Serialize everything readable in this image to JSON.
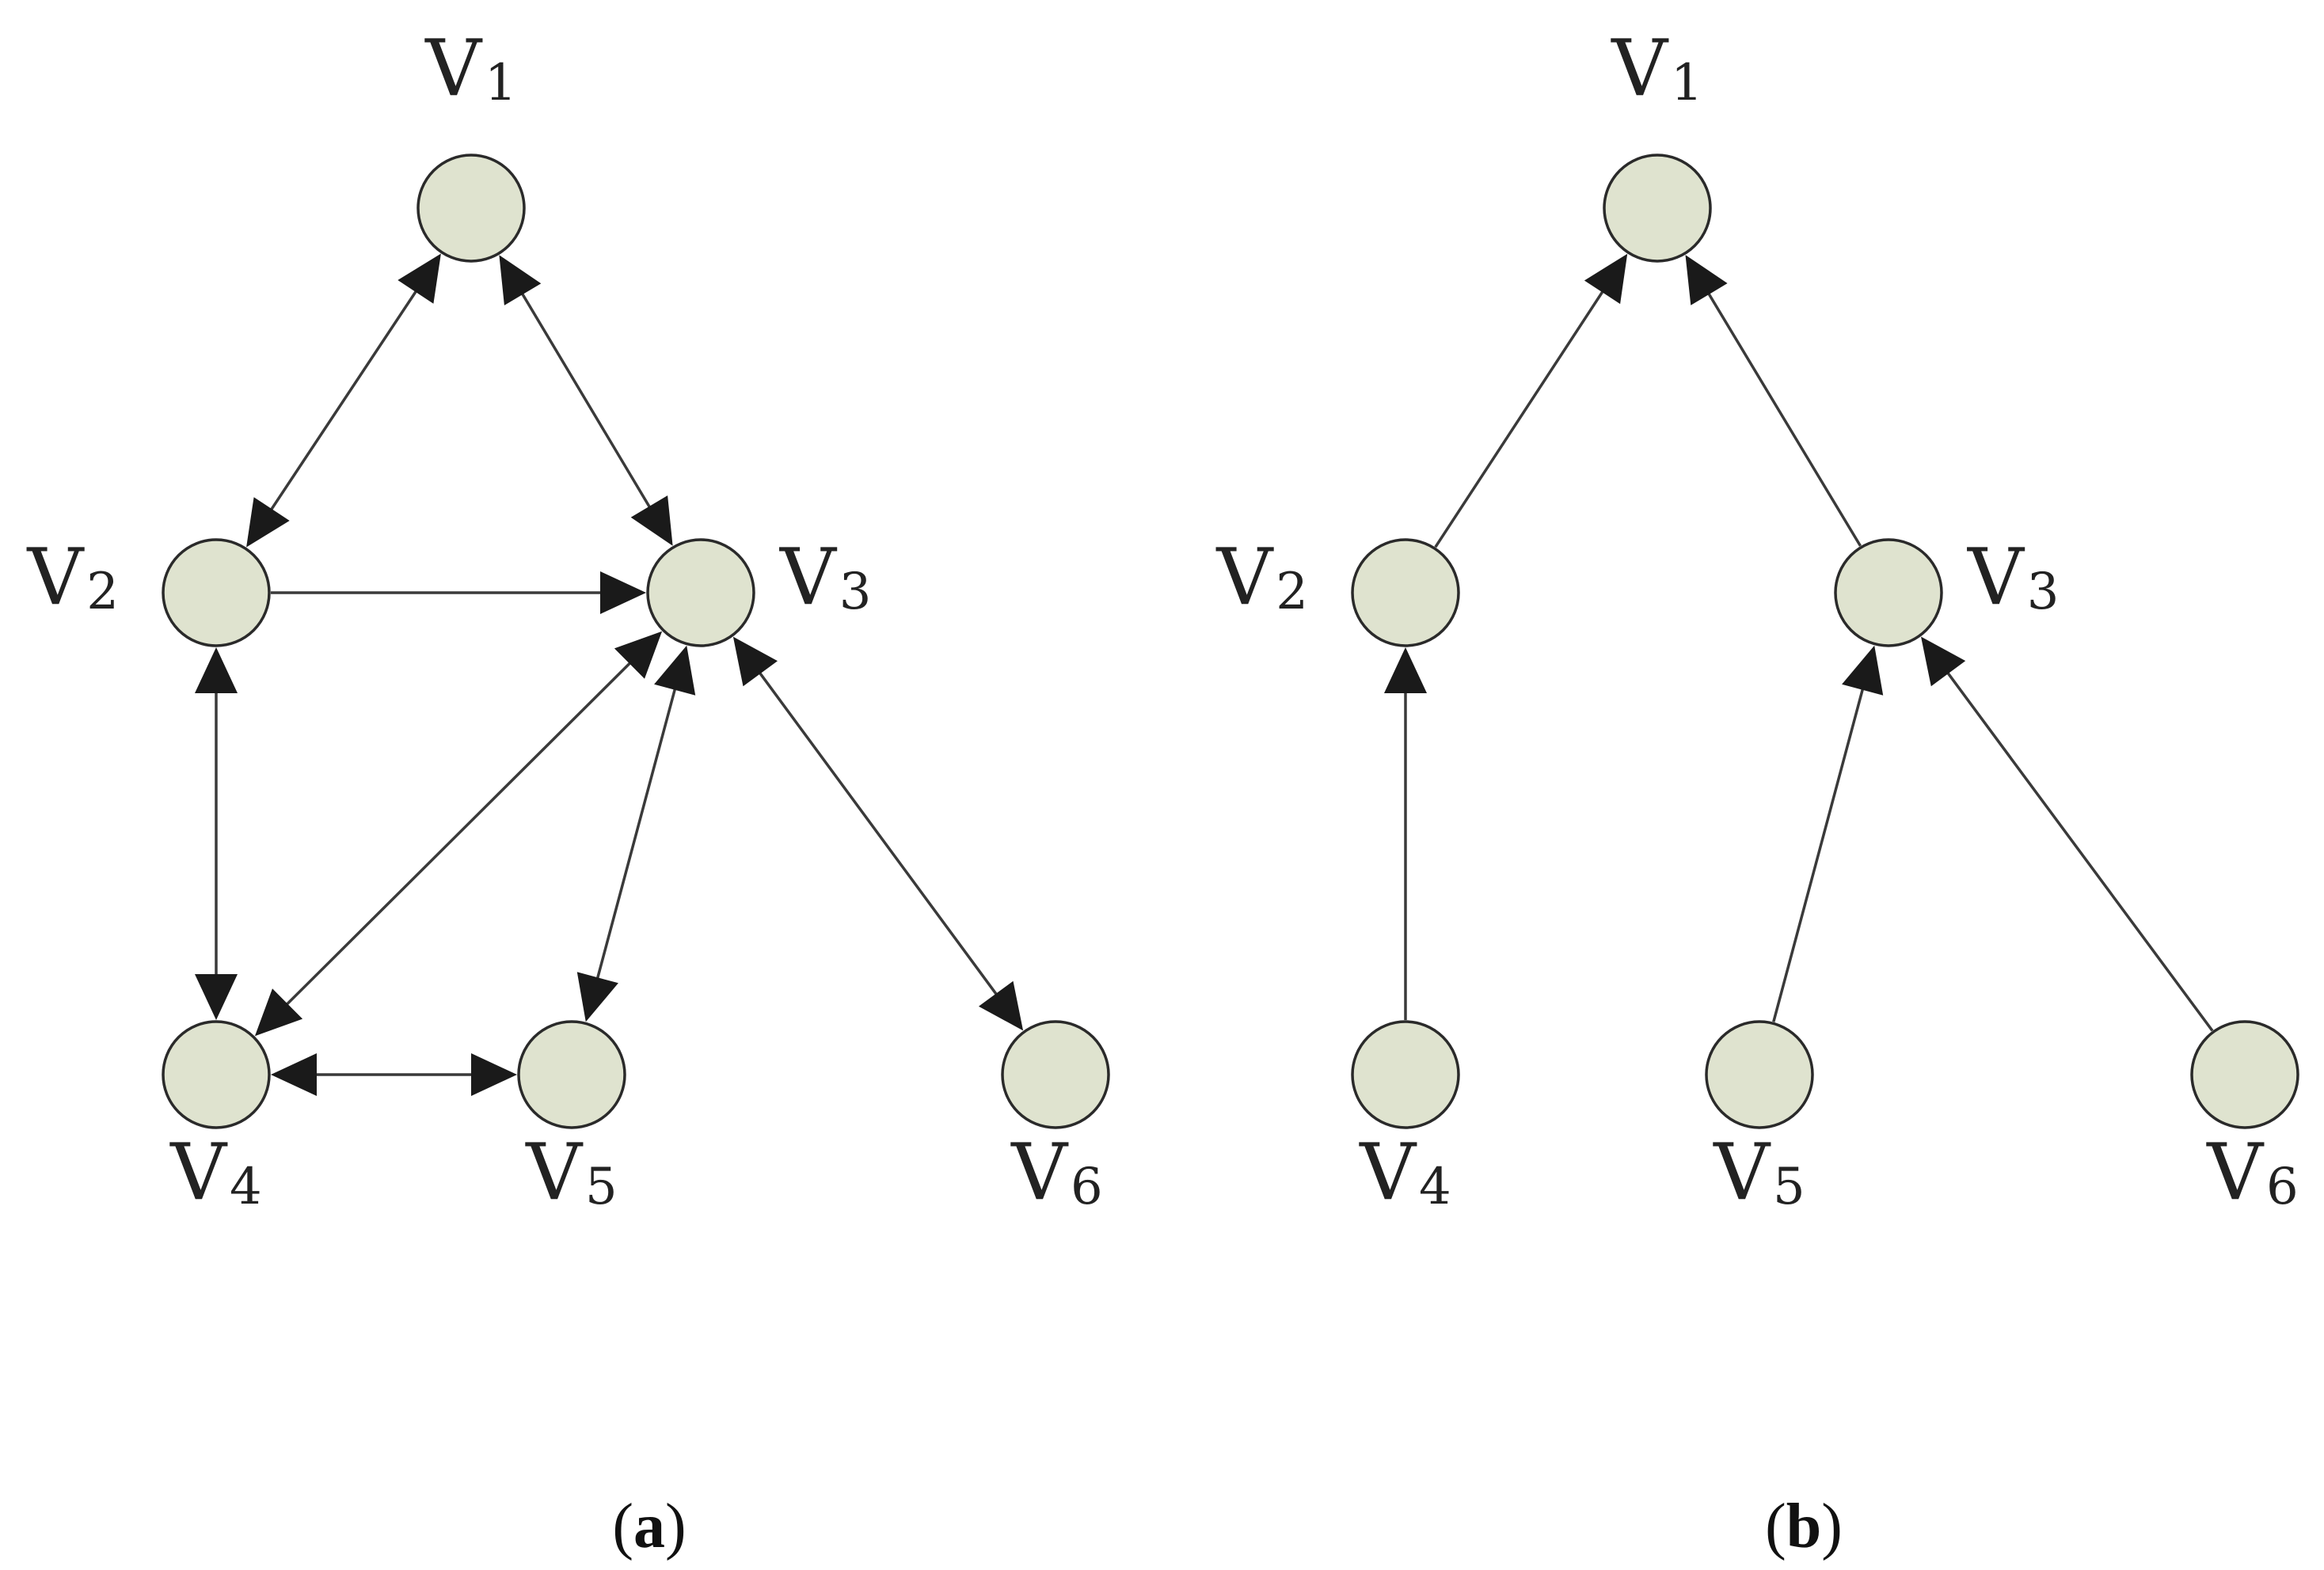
{
  "colors": {
    "node_fill": "#dfe3cf",
    "node_stroke": "#2a2a2a",
    "edge": "#3a3a3a",
    "arrowhead": "#1a1a1a"
  },
  "panels": [
    {
      "id": "a",
      "caption_open": "(",
      "caption_letter": "a",
      "caption_close": ")",
      "nodes": [
        {
          "id": "v1",
          "letter": "V",
          "sub": "1"
        },
        {
          "id": "v2",
          "letter": "V",
          "sub": "2"
        },
        {
          "id": "v3",
          "letter": "V",
          "sub": "3"
        },
        {
          "id": "v4",
          "letter": "V",
          "sub": "4"
        },
        {
          "id": "v5",
          "letter": "V",
          "sub": "5"
        },
        {
          "id": "v6",
          "letter": "V",
          "sub": "6"
        }
      ],
      "edges": [
        {
          "from": "v1",
          "to": "v2",
          "direction": "both"
        },
        {
          "from": "v1",
          "to": "v3",
          "direction": "both"
        },
        {
          "from": "v2",
          "to": "v3",
          "direction": "forward"
        },
        {
          "from": "v2",
          "to": "v4",
          "direction": "both"
        },
        {
          "from": "v3",
          "to": "v4",
          "direction": "both"
        },
        {
          "from": "v3",
          "to": "v5",
          "direction": "both"
        },
        {
          "from": "v3",
          "to": "v6",
          "direction": "both"
        },
        {
          "from": "v4",
          "to": "v5",
          "direction": "both"
        }
      ]
    },
    {
      "id": "b",
      "caption_open": "(",
      "caption_letter": "b",
      "caption_close": ")",
      "nodes": [
        {
          "id": "v1",
          "letter": "V",
          "sub": "1"
        },
        {
          "id": "v2",
          "letter": "V",
          "sub": "2"
        },
        {
          "id": "v3",
          "letter": "V",
          "sub": "3"
        },
        {
          "id": "v4",
          "letter": "V",
          "sub": "4"
        },
        {
          "id": "v5",
          "letter": "V",
          "sub": "5"
        },
        {
          "id": "v6",
          "letter": "V",
          "sub": "6"
        }
      ],
      "edges": [
        {
          "from": "v2",
          "to": "v1",
          "direction": "forward"
        },
        {
          "from": "v3",
          "to": "v1",
          "direction": "forward"
        },
        {
          "from": "v4",
          "to": "v2",
          "direction": "forward"
        },
        {
          "from": "v5",
          "to": "v3",
          "direction": "forward"
        },
        {
          "from": "v6",
          "to": "v3",
          "direction": "forward"
        }
      ]
    }
  ]
}
